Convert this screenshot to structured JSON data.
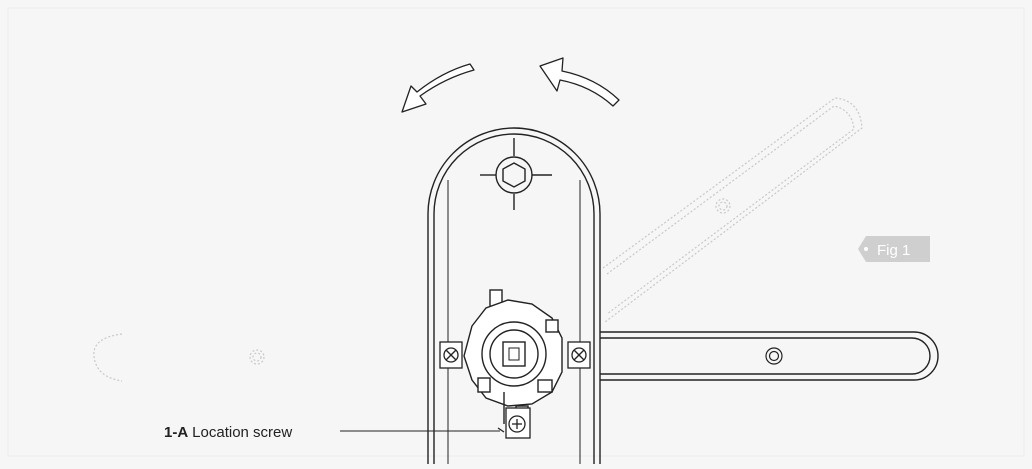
{
  "figure_tag": {
    "label": "Fig 1"
  },
  "callout": {
    "id": "1-A",
    "label": "Location screw"
  },
  "colors": {
    "background": "#f6f6f6",
    "line": "#222222",
    "ghost_line": "#c8c8c8",
    "tag_background": "#cfcfcf",
    "tag_text": "#ffffff"
  },
  "icons": [
    "rotate-ccw-arrow-icon",
    "rotate-cw-arrow-icon",
    "hex-socket-icon",
    "torx-screw-icon",
    "phillips-screw-icon"
  ]
}
